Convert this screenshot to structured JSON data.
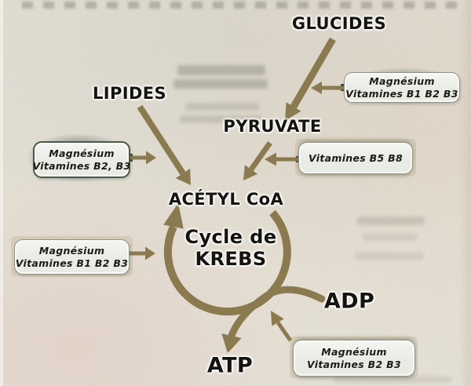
{
  "nodes": {
    "glucides": "GLUCIDES",
    "lipides": "LIPIDES",
    "pyruvate": "PYRUVATE",
    "acetyl_coa": "ACÉTYL CoA",
    "cycle_line1": "Cycle de",
    "cycle_line2": "KREBS",
    "adp": "ADP",
    "atp": "ATP"
  },
  "boxes": {
    "top_right": {
      "line1": "Magnésium",
      "line2": "Vitamines B1 B2 B3"
    },
    "mid_right": {
      "line1": "Vitamines B5 B8"
    },
    "mid_left": {
      "line1": "Magnésium",
      "line2": "Vitamines B2, B3"
    },
    "lower_left": {
      "line1": "Magnésium",
      "line2": "Vitamines B1 B2 B3"
    },
    "bottom_right": {
      "line1": "Magnésium",
      "line2": "Vitamines B2 B3"
    }
  },
  "colors": {
    "arrow": "#8d7c50",
    "paper": "#e8e3d8",
    "box_fill": "#edf0e8",
    "box_border": "#8f9788",
    "box_border_dark": "#4e5a49",
    "ink": "#15130f"
  }
}
